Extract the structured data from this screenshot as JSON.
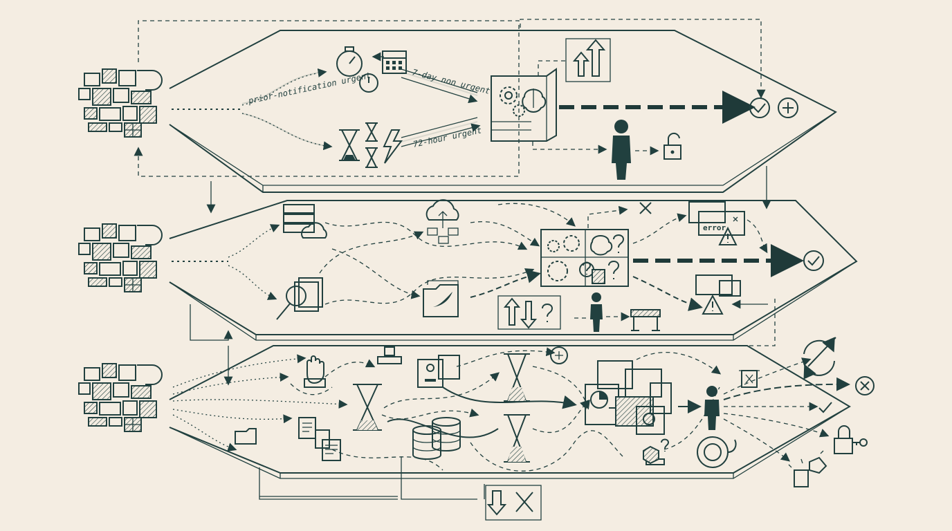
{
  "lanes": [
    {
      "id": "top",
      "labels": {
        "prior": "prior-notification urgent",
        "seven_day": "7-day non urgent",
        "seventy_two": "72-hour urgent"
      }
    },
    {
      "id": "middle",
      "labels": {
        "error": "error"
      }
    },
    {
      "id": "bottom"
    }
  ],
  "icons": [
    "shapes-cluster-icon",
    "stopwatch-icon",
    "calendar-icon",
    "hourglass-icon",
    "lightning-icon",
    "gears-brain-icon",
    "person-icon",
    "unlock-icon",
    "check-icon",
    "plus-icon",
    "up-arrows-icon",
    "server-stack-icon",
    "cloud-icon",
    "magnifier-docs-icon",
    "folder-leaf-icon",
    "cross-icon",
    "warning-window-icon",
    "question-icon",
    "barrier-icon",
    "up-down-question-icon",
    "stamp-icon",
    "raised-hand-icon",
    "database-icon",
    "document-icon",
    "refresh-icon",
    "trash-icon",
    "padlock-key-icon",
    "down-cross-icon"
  ]
}
